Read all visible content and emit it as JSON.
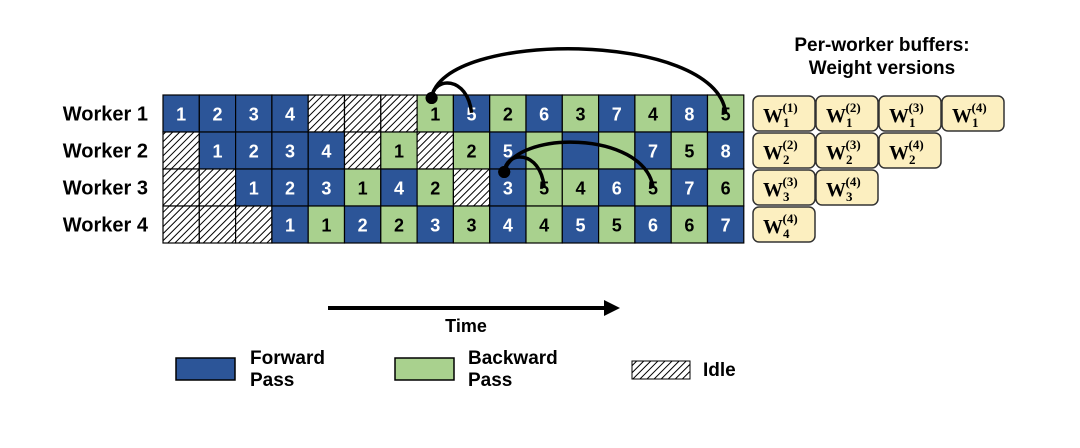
{
  "buffers": {
    "title_line1": "Per-worker buffers:",
    "title_line2": "Weight versions"
  },
  "time_label": "Time",
  "legend": [
    {
      "line1": "Forward",
      "line2": "Pass",
      "type": "forward"
    },
    {
      "line1": "Backward",
      "line2": "Pass",
      "type": "backward"
    },
    {
      "line1": "Idle",
      "line2": "",
      "type": "idle"
    }
  ],
  "colors": {
    "forward": "#2c5598",
    "backward": "#a9d18e",
    "buffer": "#fcefc0",
    "buffer_border": "#333333",
    "grid_border": "#000000"
  },
  "chart_data": {
    "type": "table",
    "columns": 16,
    "workers": [
      {
        "label": "Worker 1",
        "cells": [
          {
            "t": "F",
            "n": "1"
          },
          {
            "t": "F",
            "n": "2"
          },
          {
            "t": "F",
            "n": "3"
          },
          {
            "t": "F",
            "n": "4"
          },
          {
            "t": "I",
            "n": ""
          },
          {
            "t": "I",
            "n": ""
          },
          {
            "t": "I",
            "n": ""
          },
          {
            "t": "B",
            "n": "1"
          },
          {
            "t": "F",
            "n": "5"
          },
          {
            "t": "B",
            "n": "2"
          },
          {
            "t": "F",
            "n": "6"
          },
          {
            "t": "B",
            "n": "3"
          },
          {
            "t": "F",
            "n": "7"
          },
          {
            "t": "B",
            "n": "4"
          },
          {
            "t": "F",
            "n": "8"
          },
          {
            "t": "B",
            "n": "5"
          }
        ],
        "buffers": [
          {
            "sub": "1",
            "sup": "(1)"
          },
          {
            "sub": "1",
            "sup": "(2)"
          },
          {
            "sub": "1",
            "sup": "(3)"
          },
          {
            "sub": "1",
            "sup": "(4)"
          }
        ]
      },
      {
        "label": "Worker 2",
        "cells": [
          {
            "t": "I",
            "n": ""
          },
          {
            "t": "F",
            "n": "1"
          },
          {
            "t": "F",
            "n": "2"
          },
          {
            "t": "F",
            "n": "3"
          },
          {
            "t": "F",
            "n": "4"
          },
          {
            "t": "I",
            "n": ""
          },
          {
            "t": "B",
            "n": "1"
          },
          {
            "t": "I",
            "n": ""
          },
          {
            "t": "B",
            "n": "2"
          },
          {
            "t": "F",
            "n": "5"
          },
          {
            "t": "B",
            "n": ""
          },
          {
            "t": "F",
            "n": ""
          },
          {
            "t": "B",
            "n": ""
          },
          {
            "t": "F",
            "n": "7"
          },
          {
            "t": "B",
            "n": "5"
          },
          {
            "t": "F",
            "n": "8"
          }
        ],
        "buffers": [
          {
            "sub": "2",
            "sup": "(2)"
          },
          {
            "sub": "2",
            "sup": "(3)"
          },
          {
            "sub": "2",
            "sup": "(4)"
          }
        ]
      },
      {
        "label": "Worker 3",
        "cells": [
          {
            "t": "I",
            "n": ""
          },
          {
            "t": "I",
            "n": ""
          },
          {
            "t": "F",
            "n": "1"
          },
          {
            "t": "F",
            "n": "2"
          },
          {
            "t": "F",
            "n": "3"
          },
          {
            "t": "B",
            "n": "1"
          },
          {
            "t": "F",
            "n": "4"
          },
          {
            "t": "B",
            "n": "2"
          },
          {
            "t": "I",
            "n": ""
          },
          {
            "t": "F",
            "n": "3"
          },
          {
            "t": "B",
            "n": "5"
          },
          {
            "t": "B",
            "n": "4"
          },
          {
            "t": "F",
            "n": "6"
          },
          {
            "t": "B",
            "n": "5"
          },
          {
            "t": "F",
            "n": "7"
          },
          {
            "t": "B",
            "n": "6"
          }
        ],
        "buffers": [
          {
            "sub": "3",
            "sup": "(3)"
          },
          {
            "sub": "3",
            "sup": "(4)"
          }
        ]
      },
      {
        "label": "Worker 4",
        "cells": [
          {
            "t": "I",
            "n": ""
          },
          {
            "t": "I",
            "n": ""
          },
          {
            "t": "I",
            "n": ""
          },
          {
            "t": "F",
            "n": "1"
          },
          {
            "t": "B",
            "n": "1"
          },
          {
            "t": "F",
            "n": "2"
          },
          {
            "t": "B",
            "n": "2"
          },
          {
            "t": "F",
            "n": "3"
          },
          {
            "t": "B",
            "n": "3"
          },
          {
            "t": "F",
            "n": "4"
          },
          {
            "t": "B",
            "n": "4"
          },
          {
            "t": "F",
            "n": "5"
          },
          {
            "t": "B",
            "n": "5"
          },
          {
            "t": "F",
            "n": "6"
          },
          {
            "t": "B",
            "n": "6"
          },
          {
            "t": "F",
            "n": "7"
          }
        ],
        "buffers": [
          {
            "sub": "4",
            "sup": "(4)"
          }
        ]
      }
    ],
    "dependency_arcs": [
      {
        "row": 0,
        "from_col": 7,
        "to_col": 15,
        "kind": "long"
      },
      {
        "row": 0,
        "from_col": 7,
        "to_col": 8,
        "kind": "short"
      },
      {
        "row": 2,
        "from_col": 9,
        "to_col": 13,
        "kind": "long"
      },
      {
        "row": 2,
        "from_col": 9,
        "to_col": 10,
        "kind": "short"
      }
    ]
  }
}
